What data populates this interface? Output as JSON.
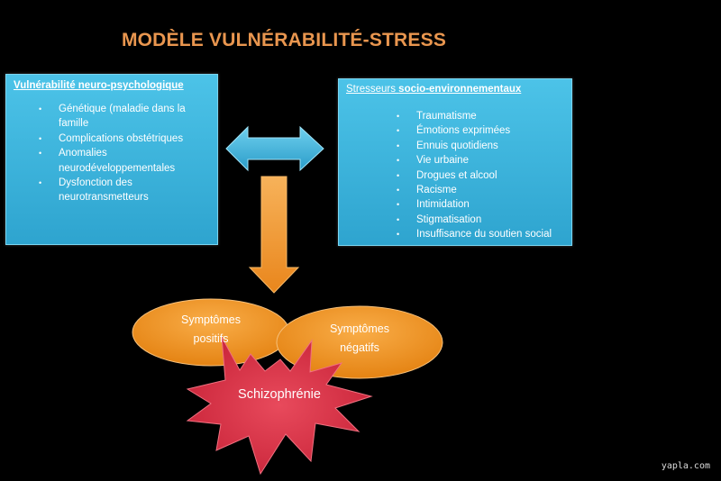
{
  "title": "MODÈLE VULNÉRABILITÉ-STRESS",
  "left_box": {
    "heading": "Vulnérabilité neuro-psychologique",
    "items": [
      "Génétique (maladie dans la famille",
      "Complications obstétriques",
      "Anomalies neurodéveloppementales",
      "Dysfonction des neurotransmetteurs"
    ]
  },
  "right_box": {
    "heading_plain": "Stresseurs ",
    "heading_bold": "socio-environnementaux",
    "items": [
      "Traumatisme",
      "Émotions exprimées",
      "Ennuis quotidiens",
      "Vie urbaine",
      "Drogues et alcool",
      "Racisme",
      "Intimidation",
      "Stigmatisation",
      "Insuffisance du soutien social"
    ]
  },
  "ellipse_positive": {
    "line1": "Symptômes",
    "line2": "positifs"
  },
  "ellipse_negative": {
    "line1": "Symptômes",
    "line2": "négatifs"
  },
  "star_label": "Schizophrénie",
  "credit": "yapla.com",
  "colors": {
    "title": "#e9964f",
    "box": "#3bb4dc",
    "orange": "#f39a2e",
    "star": "#d9374a"
  }
}
